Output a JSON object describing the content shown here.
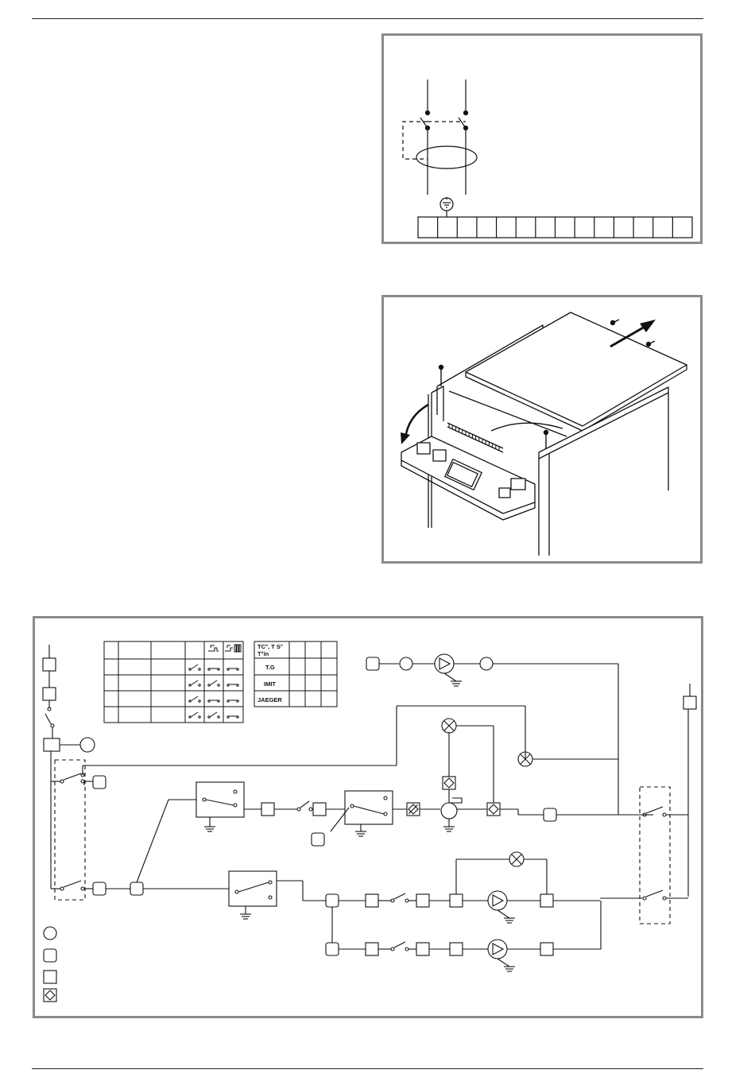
{
  "page": {
    "figures": [
      "terminal-wiring-detail",
      "housing-cover-removal",
      "electrical-schematic"
    ]
  },
  "schematic_table": {
    "rows": [
      {
        "label": "TC°, T S°\nT°in"
      },
      {
        "label": "T.G"
      },
      {
        "label": "IMIT"
      },
      {
        "label": "JAEGER"
      }
    ]
  },
  "switch_table": {
    "header_icons": [
      "tap-icon",
      "tap-radiator-icon"
    ]
  },
  "icons": {
    "ground": "ground-icon",
    "pump": "pump-icon",
    "lamp": "lamp-icon",
    "fan": "fan-icon",
    "arrow": "arrow-icon"
  },
  "colors": {
    "line": "#111111",
    "panel_border": "#8a8a8a",
    "page": "#ffffff"
  }
}
